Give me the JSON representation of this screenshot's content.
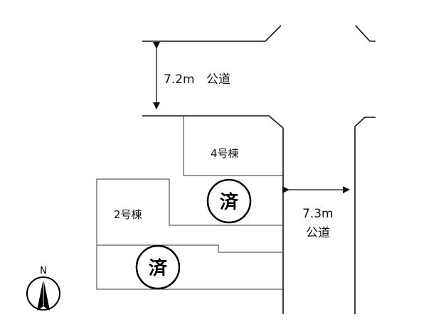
{
  "roads": {
    "north": {
      "width": "7.2m",
      "type": "公道"
    },
    "east": {
      "width": "7.3m",
      "type": "公道"
    }
  },
  "lots": [
    {
      "name": "4号棟"
    },
    {
      "name": "2号棟"
    }
  ],
  "sold_mark": "済",
  "compass": {
    "letter": "N"
  },
  "colors": {
    "line": "#111111",
    "background": "#ffffff"
  }
}
